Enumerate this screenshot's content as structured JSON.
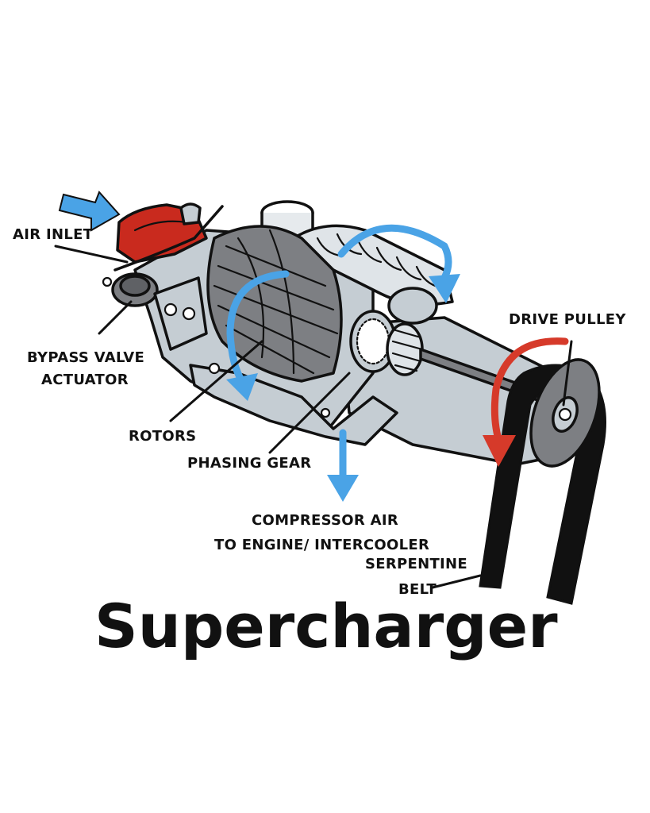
{
  "title": "Supercharger",
  "labels": {
    "air_inlet": "AIR INLET",
    "bypass_line1": "BYPASS VALVE",
    "bypass_line2": "ACTUATOR",
    "rotors": "ROTORS",
    "phasing_gear": "PHASING GEAR",
    "compressor_line1": "COMPRESSOR AIR",
    "compressor_line2": "TO ENGINE/ INTERCOOLER",
    "drive_pulley": "DRIVE PULLEY",
    "serpentine_line1": "SERPENTINE",
    "serpentine_line2": "BELT"
  },
  "colors": {
    "air_arrow": "#4aa3e6",
    "rotation_arrow": "#d63a2a",
    "inlet_housing": "#c92a1e",
    "housing": "#c5cdd3",
    "rotor": "#7d7f83",
    "belt": "#111111"
  }
}
